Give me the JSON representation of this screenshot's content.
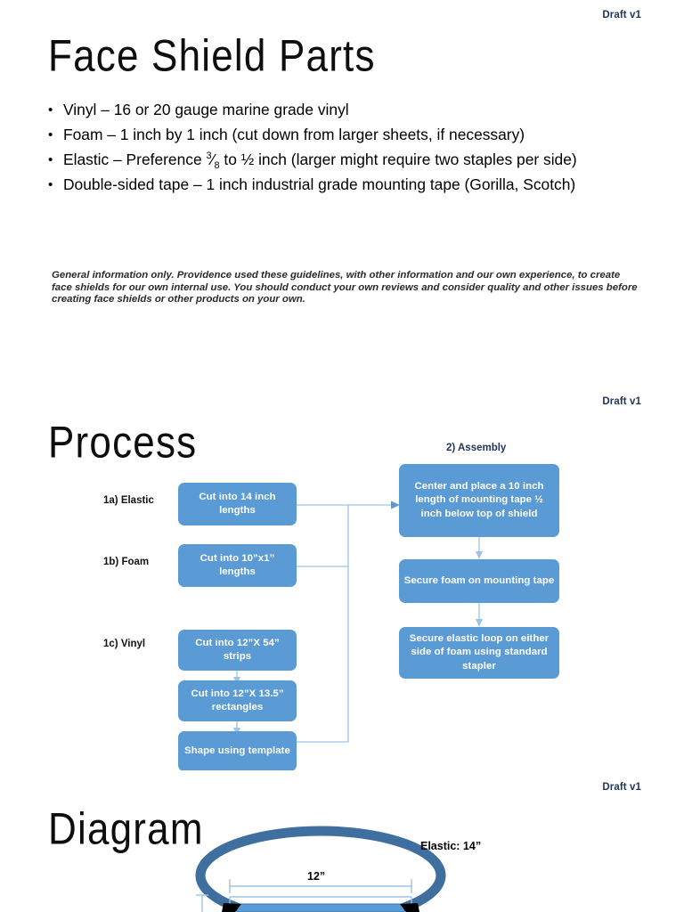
{
  "slide1": {
    "draft": "Draft v1",
    "title": "Face Shield Parts",
    "bullets": [
      {
        "pre": "Vinyl – 16 or 20 gauge marine grade vinyl",
        "frac": false
      },
      {
        "pre": "Foam – 1 inch by 1 inch (cut down from larger sheets, if necessary)",
        "frac": false
      },
      {
        "pre": "Elastic – Preference ",
        "num": "3",
        "den": "8",
        "post": " to ½ inch (larger might require two staples per side)",
        "frac": true
      },
      {
        "pre": "Double-sided tape – 1 inch industrial grade mounting tape (Gorilla, Scotch)",
        "frac": false
      }
    ],
    "disclaimer": "General information only.  Providence used these guidelines, with other information and our own experience, to create face shields for our own internal use. You should conduct your own reviews and consider quality and other issues before creating face shields or other products on your own."
  },
  "slide2": {
    "draft": "Draft v1",
    "title": "Process",
    "assembly_heading": "2) Assembly",
    "labels": {
      "elastic": "1a) Elastic",
      "foam": "1b) Foam",
      "vinyl": "1c) Vinyl"
    },
    "nodes": {
      "elastic_cut": "Cut into 14 inch lengths",
      "foam_cut": "Cut into 10”x1” lengths",
      "vinyl_strips": "Cut into 12”X 54” strips",
      "vinyl_rect": "Cut into 12”X 13.5” rectangles",
      "vinyl_shape": "Shape using template",
      "assembly_tape": "Center and place a 10 inch length of mounting tape ½ inch below top of shield",
      "assembly_foam": "Secure foam on mounting tape",
      "assembly_elastic": "Secure elastic loop on either side of foam using standard stapler"
    }
  },
  "slide3": {
    "draft": "Draft v1",
    "title": "Diagram",
    "elastic_label": "Elastic: 14”",
    "width_label": "12”"
  },
  "colors": {
    "node_fill": "#5b9bd5",
    "connector": "#9dc3e6",
    "draft_text": "#21365c",
    "ring": "#3f6f9f",
    "bar_fill": "#5b9bd5"
  }
}
